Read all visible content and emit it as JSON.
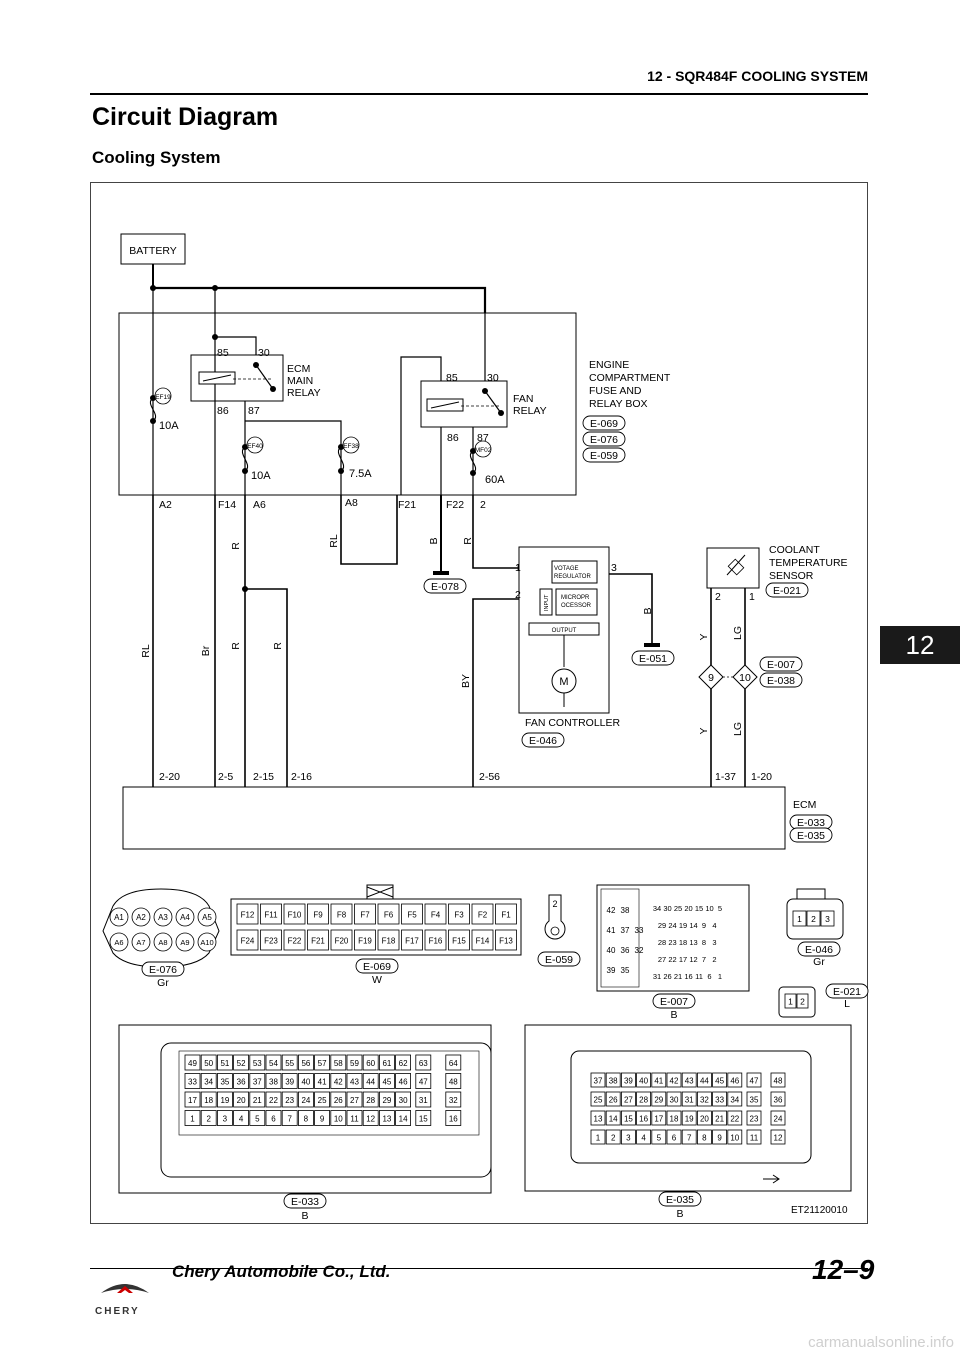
{
  "header": {
    "section": "12 - SQR484F COOLING SYSTEM",
    "tab": "12"
  },
  "title": "Circuit Diagram",
  "subtitle": "Cooling System",
  "diagram": {
    "battery": "BATTERY",
    "fuse_box": {
      "name": [
        "ENGINE",
        "COMPARTMENT",
        "FUSE AND",
        "RELAY BOX"
      ],
      "codes": [
        "E-069",
        "E-076",
        "E-059"
      ]
    },
    "ecm_relay": {
      "name": [
        "ECM",
        "MAIN",
        "RELAY"
      ],
      "p85": "85",
      "p30": "30",
      "p86": "86",
      "p87": "87"
    },
    "fan_relay": {
      "name": [
        "FAN",
        "RELAY"
      ],
      "p85": "85",
      "p30": "30",
      "p86": "86",
      "p87": "87"
    },
    "fuses": {
      "ef19": "EF19",
      "ef19_val": "10A",
      "ef40": "EF40",
      "ef40_val": "10A",
      "ef38": "EF38",
      "ef38_val": "7.5A",
      "mf02": "MF02",
      "mf02_val": "60A"
    },
    "box_pins": {
      "a2": "A2",
      "f14": "F14",
      "a6": "A6",
      "a8": "A8",
      "f21": "F21",
      "f22": "F22",
      "p2": "2"
    },
    "wires": {
      "rl": "RL",
      "br": "Br",
      "r": "R",
      "b": "B",
      "by": "BY",
      "y": "Y",
      "lg": "LG"
    },
    "grounds": {
      "e078": "E-078",
      "e051": "E-051"
    },
    "fan_controller": {
      "name": "FAN CONTROLLER",
      "code": "E-046",
      "vreg": [
        "VOTAGE",
        "REGULATOR"
      ],
      "input": "INPUT",
      "micro": [
        "MICROPR",
        "OCESSOR"
      ],
      "output": "OUTPUT",
      "motor": "M",
      "p1": "1",
      "p2": "2",
      "p3": "3"
    },
    "sensor": {
      "name": [
        "COOLANT",
        "TEMPERATURE",
        "SENSOR"
      ],
      "code": "E-021",
      "p2": "2",
      "p1": "1"
    },
    "inline": {
      "p9": "9",
      "p10": "10",
      "codes": [
        "E-007",
        "E-038"
      ]
    },
    "ecm": {
      "name": "ECM",
      "codes": [
        "E-033",
        "E-035"
      ],
      "pins": [
        "2-20",
        "2-5",
        "2-15",
        "2-16",
        "2-56",
        "1-37",
        "1-20"
      ]
    },
    "connectors": {
      "e076": {
        "code": "E-076",
        "color": "Gr",
        "top": [
          "A1",
          "A2",
          "A3",
          "A4",
          "A5"
        ],
        "bottom": [
          "A6",
          "A7",
          "A8",
          "A9",
          "A10"
        ]
      },
      "e069": {
        "code": "E-069",
        "color": "W",
        "top": [
          "F12",
          "F11",
          "F10",
          "F9",
          "F8",
          "F7",
          "F6",
          "F5",
          "F4",
          "F3",
          "F2",
          "F1"
        ],
        "bottom": [
          "F24",
          "F23",
          "F22",
          "F21",
          "F20",
          "F19",
          "F18",
          "F17",
          "F16",
          "F15",
          "F14",
          "F13"
        ]
      },
      "e059": {
        "code": "E-059",
        "pin": "2"
      },
      "e007": {
        "code": "E-007",
        "color": "B",
        "left_rows": [
          [
            "42",
            "38"
          ],
          [
            "41",
            "37",
            "33"
          ],
          [
            "40",
            "36",
            "32"
          ],
          [
            "39",
            "35"
          ]
        ],
        "right_rows": [
          [
            "34",
            "30",
            "25",
            "20",
            "15",
            "10",
            "5"
          ],
          [
            "29",
            "24",
            "19",
            "14",
            "9",
            "4"
          ],
          [
            "28",
            "23",
            "18",
            "13",
            "8",
            "3"
          ],
          [
            "27",
            "22",
            "17",
            "12",
            "7",
            "2"
          ],
          [
            "31",
            "26",
            "21",
            "16",
            "11",
            "6",
            "1"
          ]
        ]
      },
      "e046": {
        "code": "E-046",
        "color": "Gr",
        "pins": [
          "1",
          "2",
          "3"
        ]
      },
      "e021": {
        "code": "E-021",
        "color": "L",
        "pins": [
          "1",
          "2"
        ]
      },
      "e033": {
        "code": "E-033",
        "color": "B",
        "rows": [
          [
            "49",
            "50",
            "51",
            "52",
            "53",
            "54",
            "55",
            "56",
            "57",
            "58",
            "59",
            "60",
            "61",
            "62",
            "63",
            "64"
          ],
          [
            "33",
            "34",
            "35",
            "36",
            "37",
            "38",
            "39",
            "40",
            "41",
            "42",
            "43",
            "44",
            "45",
            "46",
            "47",
            "48"
          ],
          [
            "17",
            "18",
            "19",
            "20",
            "21",
            "22",
            "23",
            "24",
            "25",
            "26",
            "27",
            "28",
            "29",
            "30",
            "31",
            "32"
          ],
          [
            "1",
            "2",
            "3",
            "4",
            "5",
            "6",
            "7",
            "8",
            "9",
            "10",
            "11",
            "12",
            "13",
            "14",
            "15",
            "16"
          ]
        ]
      },
      "e035": {
        "code": "E-035",
        "color": "B",
        "rows": [
          [
            "37",
            "38",
            "39",
            "40",
            "41",
            "42",
            "43",
            "44",
            "45",
            "46",
            "47",
            "48"
          ],
          [
            "25",
            "26",
            "27",
            "28",
            "29",
            "30",
            "31",
            "32",
            "33",
            "34",
            "35",
            "36"
          ],
          [
            "13",
            "14",
            "15",
            "16",
            "17",
            "18",
            "19",
            "20",
            "21",
            "22",
            "23",
            "24"
          ],
          [
            "1",
            "2",
            "3",
            "4",
            "5",
            "6",
            "7",
            "8",
            "9",
            "10",
            "11",
            "12"
          ]
        ]
      }
    },
    "figure_id": "ET21120010"
  },
  "footer": {
    "company": "Chery Automobile Co., Ltd.",
    "page": "12–9",
    "brand": "CHERY"
  },
  "watermark": "carmanualsonline.info"
}
